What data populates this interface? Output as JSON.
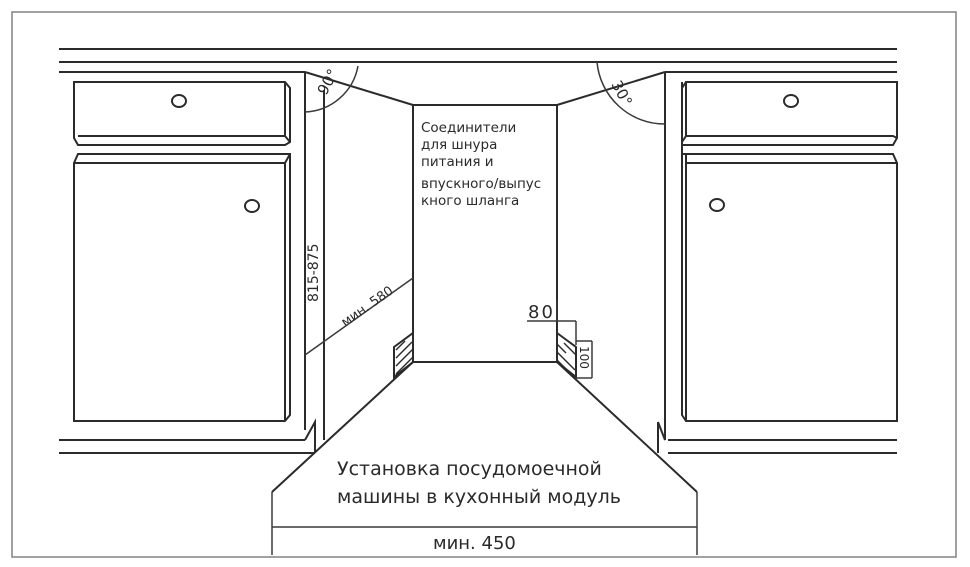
{
  "diagram": {
    "title_line1": "Установка посудомоечной",
    "title_line2": "машины в кухонный модуль",
    "connector_note": {
      "line1": "Соединители",
      "line2": "для шнура",
      "line3": "питания и",
      "line4": "впускного/выпус",
      "line5": "кного шланга"
    },
    "dimensions": {
      "height_range": "815-875",
      "min_depth": "мин. 580",
      "min_width": "мин. 450",
      "plinth_depth": "80",
      "plinth_height": "100"
    },
    "angles": {
      "left_door": "90°",
      "right_door": "30°"
    },
    "colors": {
      "line": "#2b2b2b",
      "frame": "#8a8a8a",
      "background": "#ffffff"
    }
  }
}
